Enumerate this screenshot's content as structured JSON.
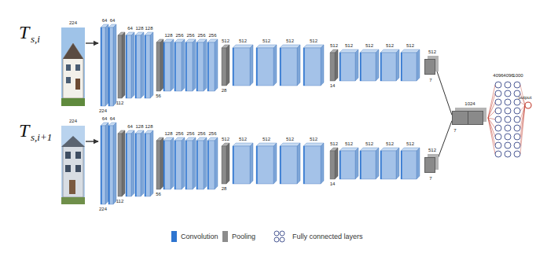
{
  "diagram": {
    "nodes": [
      {
        "text": [
          "512",
          "7"
        ]
      },
      {
        "text": [
          "512",
          "7"
        ]
      },
      {
        "text": [
          "1024",
          "7"
        ]
      }
    ],
    "edges": [
      {
        "from": 0,
        "to": 2,
        "arrow": "none"
      },
      {
        "from": 1,
        "to": 2,
        "arrow": "none"
      }
    ],
    "labels": [
      "T",
      "s,i",
      "224",
      "64",
      "224",
      "64",
      "112",
      "64",
      "128",
      "128",
      "56",
      "128",
      "256",
      "256",
      "256",
      "256",
      "512",
      "28",
      "512",
      "512",
      "512",
      "512",
      "512",
      "14",
      "512",
      "512",
      "512",
      "512",
      "T",
      "s,i+1",
      "224",
      "64",
      "224",
      "64",
      "112",
      "64",
      "128",
      "128",
      "56",
      "128",
      "256",
      "256",
      "256",
      "256",
      "512",
      "28",
      "512",
      "512",
      "512",
      "512",
      "512",
      "14",
      "512",
      "512",
      "512",
      "512",
      "4096",
      "4096",
      "1000",
      "output"
    ],
    "legend": [
      {
        "text": "Convolution",
        "color": "#2e75d0"
      },
      {
        "text": "Pooling",
        "color": "#8c8c8c"
      },
      {
        "text": "Fully connected layers"
      }
    ]
  }
}
